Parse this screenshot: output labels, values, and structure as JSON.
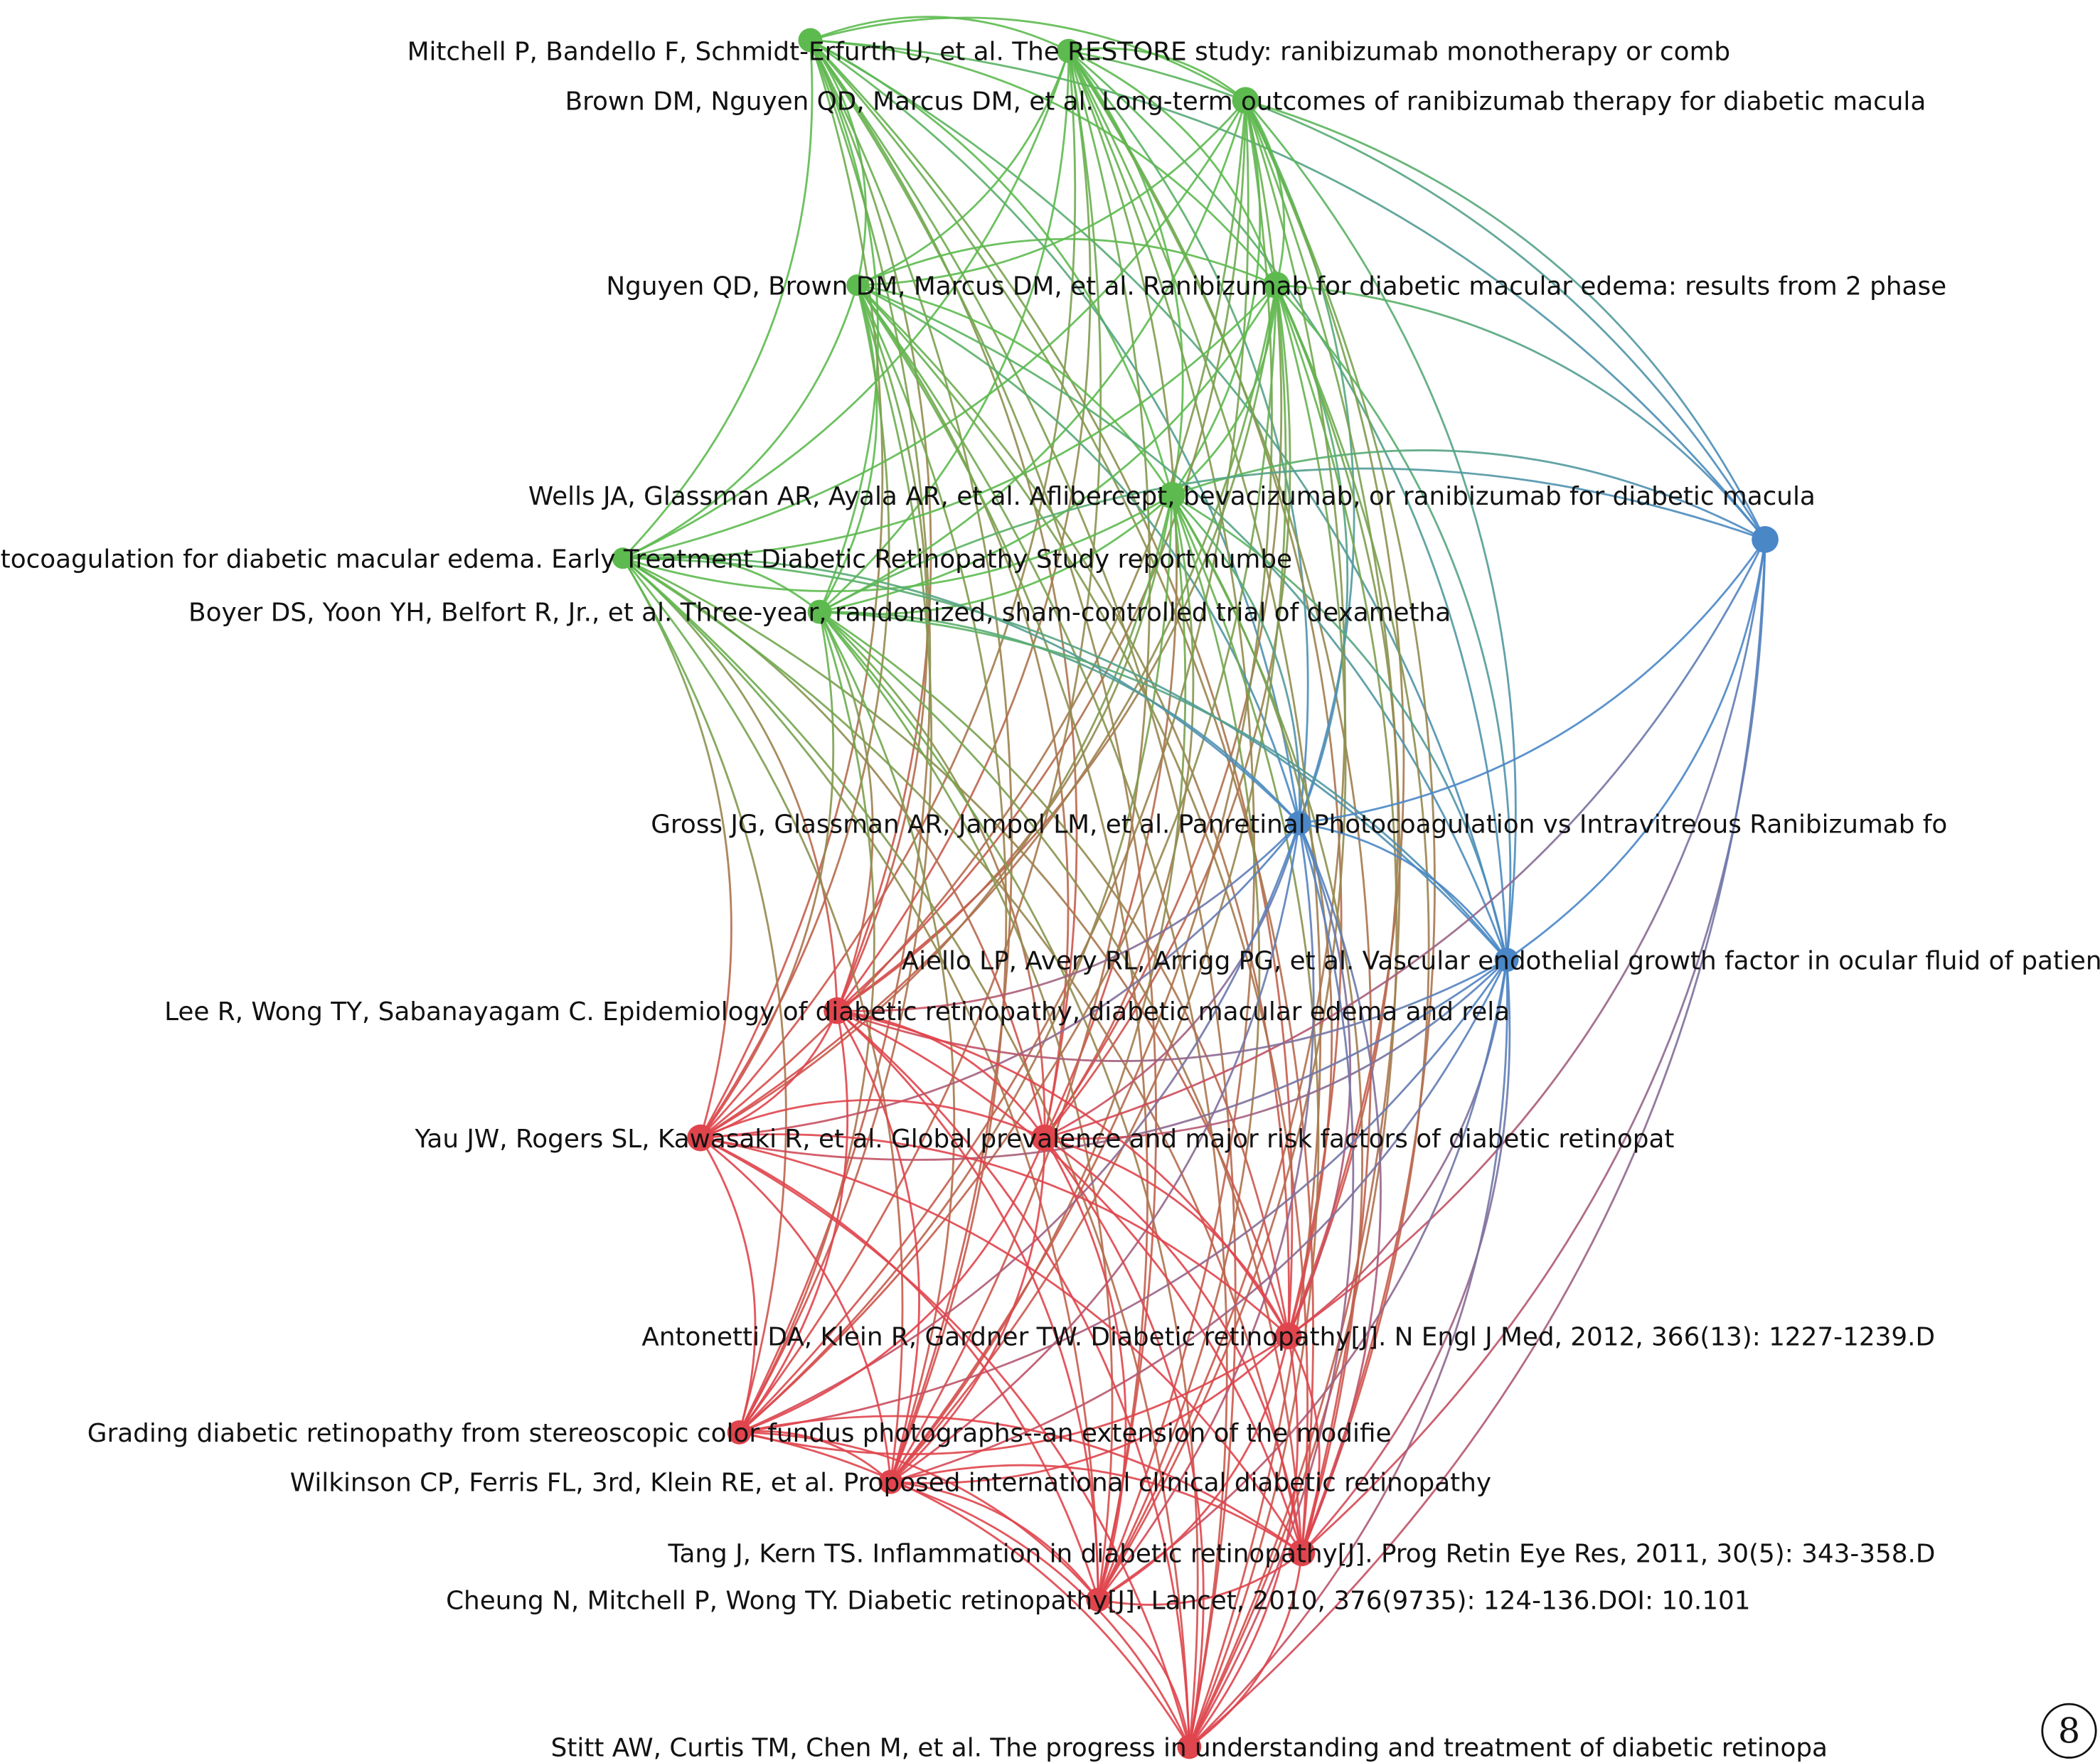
{
  "figure_number": "8",
  "cluster_colors": {
    "green": "#5dba4f",
    "blue": "#4a87c7",
    "red": "#e0444c"
  },
  "nodes": [
    {
      "label": "",
      "cluster": "green"
    },
    {
      "label": "Mitchell P, Bandello F, Schmidt-Erfurth U, et al. The RESTORE study: ranibizumab monotherapy or comb",
      "cluster": "green"
    },
    {
      "label": "Brown DM, Nguyen QD, Marcus DM, et al. Long-term outcomes of ranibizumab therapy for diabetic macula",
      "cluster": "green"
    },
    {
      "label": "",
      "cluster": "green"
    },
    {
      "label": "Nguyen QD, Brown DM, Marcus DM, et al. Ranibizumab for diabetic macular edema: results from 2 phase",
      "cluster": "green"
    },
    {
      "label": "Wells JA, Glassman AR, Ayala AR, et al. Aflibercept, bevacizumab, or ranibizumab for diabetic macula",
      "cluster": "green"
    },
    {
      "label": "Photocoagulation for diabetic macular edema. Early Treatment Diabetic Retinopathy Study report numbe",
      "cluster": "green"
    },
    {
      "label": "Boyer DS, Yoon YH, Belfort R, Jr., et al. Three-year, randomized, sham-controlled trial of dexametha",
      "cluster": "green"
    },
    {
      "label": "",
      "cluster": "blue"
    },
    {
      "label": "Gross JG, Glassman AR, Jampol LM, et al. Panretinal Photocoagulation vs Intravitreous Ranibizumab fo",
      "cluster": "blue"
    },
    {
      "label": "Aiello LP, Avery RL, Arrigg PG, et al. Vascular endothelial growth factor in ocular fluid of patient",
      "cluster": "blue"
    },
    {
      "label": "Lee R, Wong TY, Sabanayagam C. Epidemiology of diabetic retinopathy, diabetic macular edema and rela",
      "cluster": "red"
    },
    {
      "label": "",
      "cluster": "red"
    },
    {
      "label": "Yau JW, Rogers SL, Kawasaki R, et al. Global prevalence and major risk factors of diabetic retinopat",
      "cluster": "red"
    },
    {
      "label": "Antonetti DA, Klein R, Gardner TW. Diabetic retinopathy[J]. N Engl J Med, 2012, 366(13): 1227-1239.D",
      "cluster": "red"
    },
    {
      "label": "Grading diabetic retinopathy from stereoscopic color fundus photographs--an extension of the modifie",
      "cluster": "red"
    },
    {
      "label": "Wilkinson CP, Ferris FL, 3rd, Klein RE, et al. Proposed international clinical diabetic retinopathy",
      "cluster": "red"
    },
    {
      "label": "Tang J, Kern TS. Inflammation in diabetic retinopathy[J]. Prog Retin Eye Res, 2011, 30(5): 343-358.D",
      "cluster": "red"
    },
    {
      "label": "Cheung N, Mitchell P, Wong TY. Diabetic retinopathy[J]. Lancet, 2010, 376(9735): 124-136.DOI: 10.101",
      "cluster": "red"
    },
    {
      "label": "Stitt AW, Curtis TM, Chen M, et al. The progress in understanding and treatment of diabetic retinopa",
      "cluster": "red"
    }
  ],
  "links": [
    [
      1,
      2,
      3,
      4,
      5,
      6,
      7,
      8,
      9,
      10,
      11,
      12,
      13,
      14,
      15,
      16,
      17,
      18,
      19
    ],
    [
      2,
      3,
      4,
      5,
      6,
      7,
      8,
      9,
      10,
      11,
      12,
      13,
      14,
      15,
      16,
      17,
      18,
      19
    ],
    [
      3,
      4,
      5,
      6,
      7,
      8,
      9,
      10,
      11,
      12,
      13,
      14,
      15,
      16,
      17,
      18,
      19
    ],
    [
      4,
      5,
      6,
      7,
      9,
      10,
      11,
      12,
      13,
      14,
      15,
      16,
      17,
      18,
      19
    ],
    [
      5,
      6,
      7,
      8,
      9,
      10,
      11,
      12,
      13,
      14,
      15,
      16,
      17,
      18,
      19
    ],
    [
      6,
      7,
      8,
      9,
      10,
      11,
      12,
      13,
      14,
      15,
      16,
      17,
      18,
      19
    ],
    [
      7,
      9,
      10,
      11,
      12,
      13,
      14,
      15,
      16,
      17,
      18,
      19
    ],
    [
      8,
      9,
      10,
      11,
      12,
      13,
      14,
      15,
      16,
      17,
      18,
      19
    ],
    [
      9,
      10,
      13,
      14,
      17,
      19
    ],
    [
      10,
      11,
      12,
      13,
      14,
      15,
      16,
      17,
      18,
      19
    ],
    [
      11,
      12,
      13,
      14,
      15,
      16,
      17,
      18,
      19
    ],
    [
      12,
      13,
      14,
      15,
      16,
      17,
      18,
      19
    ],
    [
      13,
      14,
      15,
      16,
      17,
      18,
      19
    ],
    [
      14,
      15,
      16,
      17,
      18,
      19
    ],
    [
      15,
      16,
      17,
      18,
      19
    ],
    [
      16,
      17,
      18,
      19
    ],
    [
      17,
      18,
      19
    ],
    [
      18,
      19
    ],
    [
      19
    ],
    []
  ]
}
